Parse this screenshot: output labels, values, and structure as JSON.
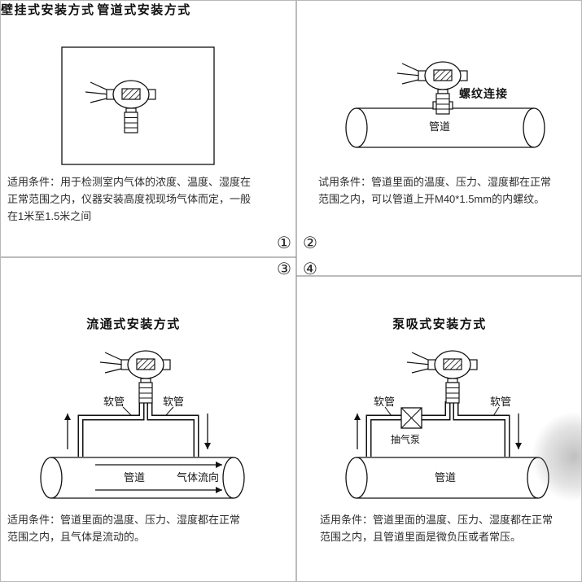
{
  "figure_numbers": {
    "one": "①",
    "two": "②",
    "three": "③",
    "four": "④"
  },
  "wall": {
    "title": "壁挂式安装方式",
    "desc": [
      "适用条件：用于检测室内气体的浓度、温度、湿度在",
      "正常范围之内，仪器安装高度视现场气体而定，一般",
      "在1米至1.5米之间"
    ]
  },
  "pipeline": {
    "title": "管道式安装方式",
    "thread_label": "螺纹连接",
    "pipe_label": "管道",
    "desc": [
      "试用条件：管道里面的温度、压力、湿度都在正常",
      "范围之内，可以管道上开M40*1.5mm的内螺纹。"
    ]
  },
  "flow": {
    "title": "流通式安装方式",
    "hose_left_label": "软管",
    "hose_right_label": "软管",
    "pipe_label": "管道",
    "flow_label": "气体流向",
    "desc": [
      "适用条件：管道里面的温度、压力、湿度都在正常",
      "范围之内，且气体是流动的。"
    ]
  },
  "pump": {
    "title": "泵吸式安装方式",
    "hose_left_label": "软管",
    "hose_right_label": "软管",
    "pump_label": "抽气泵",
    "pipe_label": "管道",
    "desc": [
      "适用条件：管道里面的温度、压力、湿度都在正常",
      "范围之内，且管道里面是微负压或者常压。"
    ]
  },
  "colors": {
    "line": "#111111",
    "divider": "#7a7a7a"
  }
}
